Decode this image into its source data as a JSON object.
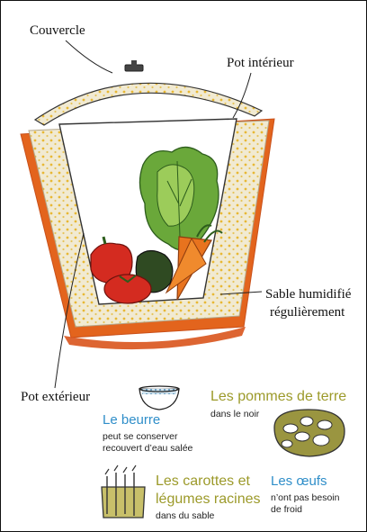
{
  "labels": {
    "lid": "Couvercle",
    "inner_pot": "Pot intérieur",
    "sand_line1": "Sable humidifié",
    "sand_line2": "régulièrement",
    "outer_pot": "Pot extérieur"
  },
  "tips": {
    "butter": {
      "title": "Le beurre",
      "line1": "peut se conserver",
      "line2": "recouvert d’eau salée"
    },
    "potatoes": {
      "title": "Les pommes de terre",
      "line1": "dans le noir"
    },
    "carrots": {
      "title_line1": "Les carottes et",
      "title_line2": "légumes racines",
      "line1": "dans du sable"
    },
    "eggs": {
      "title": "Les œufs",
      "line1": "n’ont pas besoin",
      "line2": "de froid"
    }
  },
  "icons": {
    "lid": "lid-knob-icon",
    "lettuce": "lettuce-icon",
    "carrots": "carrot-icon",
    "peppers": "bell-pepper-icon",
    "tomato": "tomato-icon",
    "butter": "butter-bowl-icon",
    "potatoes": "potato-basket-icon",
    "root_vegetables": "root-vegetable-tub-icon"
  },
  "colors": {
    "terracotta": "#e3641d",
    "sand": "#f1ead2",
    "sand_dots": "#e8b834",
    "lettuce": "#6aa83a",
    "pepper_red": "#d42b20",
    "pepper_green": "#2f4a22",
    "carrot": "#e8731e",
    "olive_text": "#9c9a2a",
    "blue_text": "#2f8ec9"
  }
}
